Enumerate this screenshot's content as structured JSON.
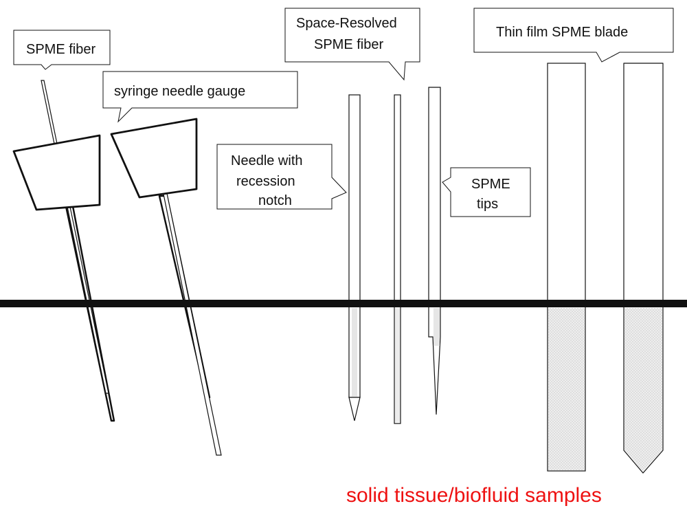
{
  "labels": {
    "spme_fiber": "SPME fiber",
    "syringe_needle_gauge": "syringe needle gauge",
    "space_resolved_line1": "Space-Resolved",
    "space_resolved_line2": "SPME fiber",
    "thin_film_blade": "Thin film SPME blade",
    "needle_notch_line1": "Needle with",
    "needle_notch_line2": "recession",
    "needle_notch_line3": "notch",
    "spme_tips_line1": "SPME",
    "spme_tips_line2": "tips"
  },
  "caption": "solid tissue/biofluid samples",
  "colors": {
    "stroke": "#111111",
    "coating": "#e6e6e6",
    "caption": "#ee1111"
  }
}
